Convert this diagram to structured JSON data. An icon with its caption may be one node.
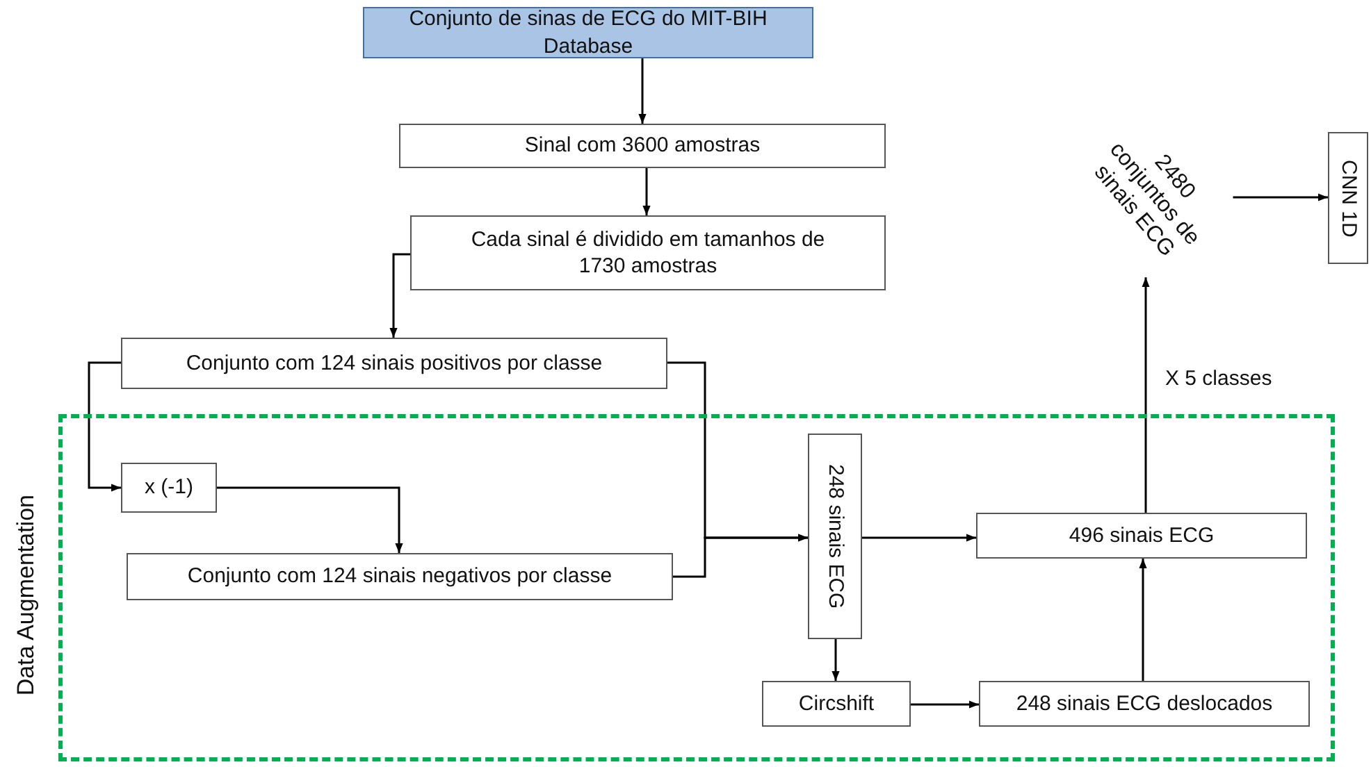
{
  "diagram": {
    "nodes": [
      {
        "text": [
          "Conjunto de sinas de ECG do MIT-BIH Database"
        ]
      },
      {
        "text": [
          "Sinal com 3600 amostras"
        ]
      },
      {
        "text": [
          "Cada sinal é dividido em tamanhos de 1730 amostras"
        ]
      },
      {
        "text": [
          "Conjunto com 124 sinais positivos por classe"
        ]
      },
      {
        "text": [
          "Data Augmentation"
        ]
      },
      {
        "text": [
          "x (-1)"
        ],
        "in": 4
      },
      {
        "text": [
          "Conjunto com 124 sinais negativos por classe"
        ],
        "in": 4
      },
      {
        "text": [
          "248 sinais ECG"
        ],
        "in": 4
      },
      {
        "text": [
          "496 sinais ECG"
        ],
        "in": 4
      },
      {
        "text": [
          "Circshift"
        ],
        "in": 4
      },
      {
        "text": [
          "248 sinais ECG deslocados"
        ],
        "in": 4
      },
      {
        "text": [
          "2480 conjuntos de sinais ECG"
        ]
      },
      {
        "text": [
          "CNN 1D"
        ]
      }
    ],
    "edges": [
      {
        "from": 0,
        "to": 1,
        "arrow": "to"
      },
      {
        "from": 1,
        "to": 2,
        "arrow": "to"
      },
      {
        "from": 2,
        "to": 3,
        "arrow": "to"
      },
      {
        "from": 3,
        "to": 5,
        "arrow": "to"
      },
      {
        "from": 5,
        "to": 6,
        "arrow": "to"
      },
      {
        "from": 3,
        "to": 7,
        "arrow": "to"
      },
      {
        "from": 6,
        "to": 7,
        "arrow": "to"
      },
      {
        "from": 7,
        "to": 8,
        "arrow": "to"
      },
      {
        "from": 7,
        "to": 9,
        "arrow": "to"
      },
      {
        "from": 9,
        "to": 10,
        "arrow": "to"
      },
      {
        "from": 10,
        "to": 8,
        "arrow": "to"
      },
      {
        "from": 8,
        "to": 11,
        "arrow": "to",
        "label": "X 5 classes"
      },
      {
        "from": 11,
        "to": 12,
        "arrow": "to"
      }
    ]
  }
}
